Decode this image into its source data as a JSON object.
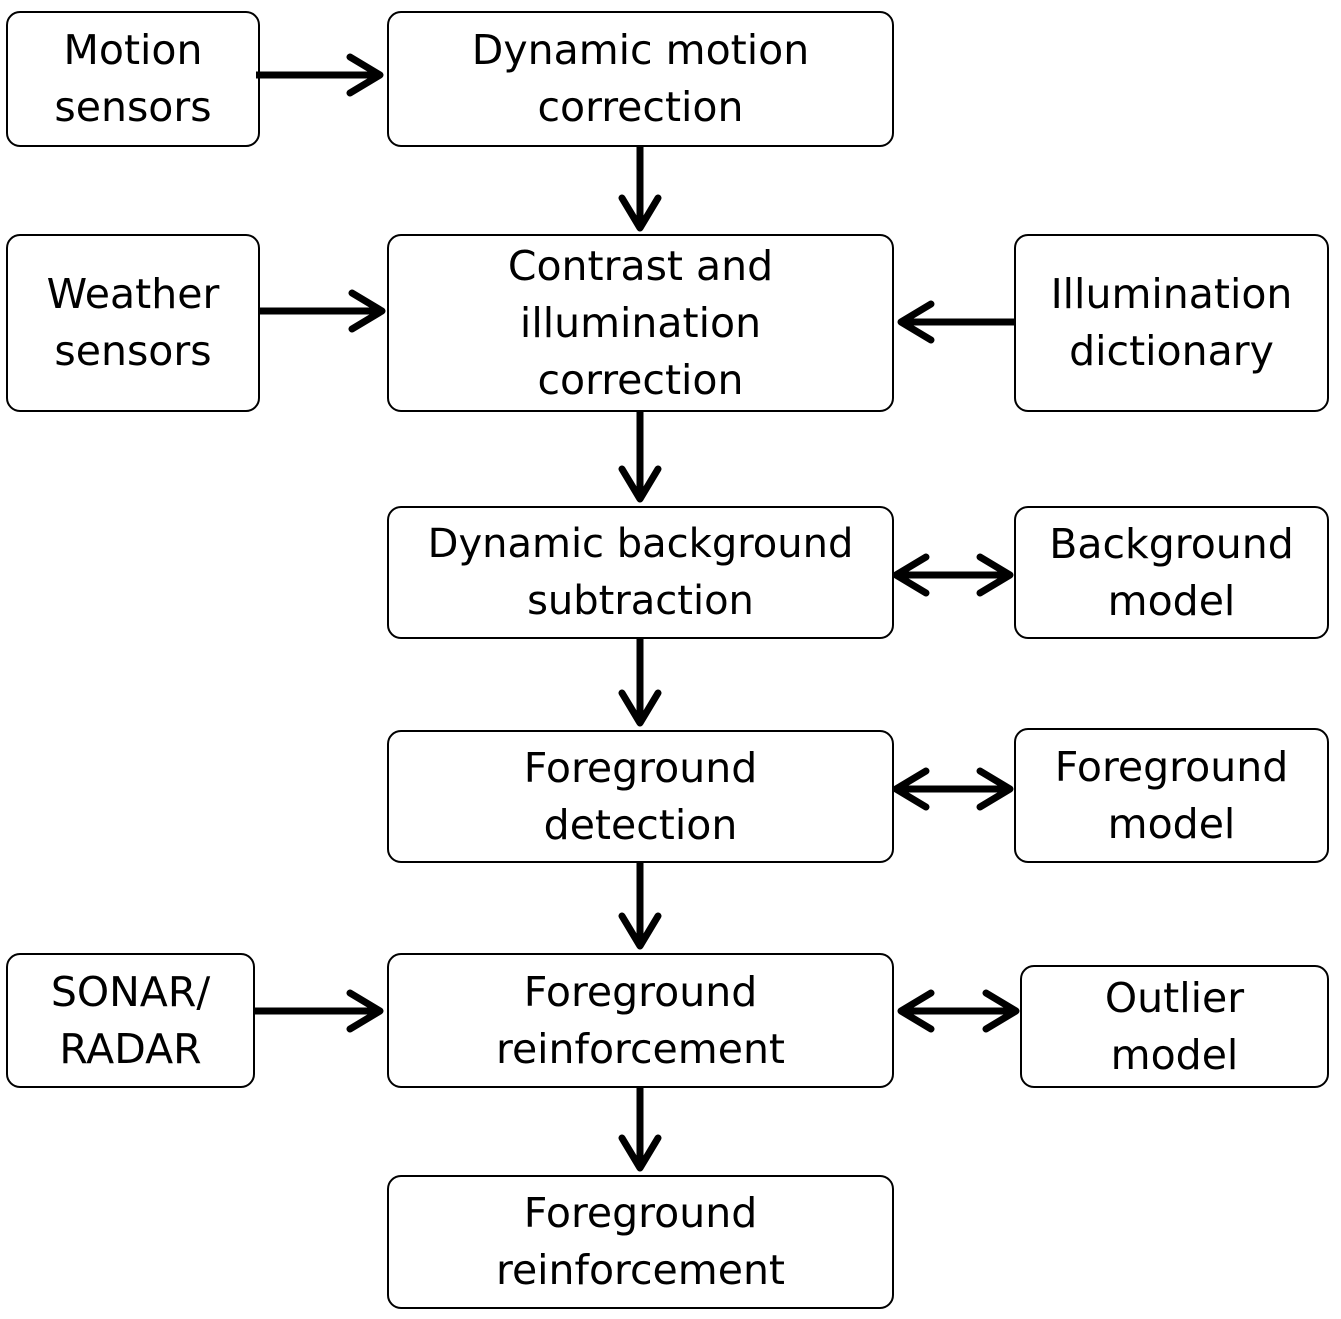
{
  "nodes": {
    "motion_sensors": "Motion\nsensors",
    "dynamic_motion_correction": "Dynamic motion\ncorrection",
    "weather_sensors": "Weather\nsensors",
    "contrast_illumination_correction": "Contrast and\nillumination\ncorrection",
    "illumination_dictionary": "Illumination\ndictionary",
    "dynamic_background_subtraction": "Dynamic background\nsubtraction",
    "background_model": "Background\nmodel",
    "foreground_detection": "Foreground\ndetection",
    "foreground_model": "Foreground\nmodel",
    "sonar_radar": "SONAR/\nRADAR",
    "foreground_reinforcement": "Foreground\nreinforcement",
    "outlier_model": "Outlier\nmodel",
    "foreground_reinforcement_output": "Foreground\nreinforcement"
  },
  "edges": [
    {
      "from": "Motion sensors",
      "to": "Dynamic motion correction",
      "direction": "forward"
    },
    {
      "from": "Dynamic motion correction",
      "to": "Contrast and illumination correction",
      "direction": "forward"
    },
    {
      "from": "Weather sensors",
      "to": "Contrast and illumination correction",
      "direction": "forward"
    },
    {
      "from": "Illumination dictionary",
      "to": "Contrast and illumination correction",
      "direction": "forward"
    },
    {
      "from": "Contrast and illumination correction",
      "to": "Dynamic background subtraction",
      "direction": "forward"
    },
    {
      "from": "Dynamic background subtraction",
      "to": "Background model",
      "direction": "bidirectional"
    },
    {
      "from": "Dynamic background subtraction",
      "to": "Foreground detection",
      "direction": "forward"
    },
    {
      "from": "Foreground detection",
      "to": "Foreground model",
      "direction": "bidirectional"
    },
    {
      "from": "Foreground detection",
      "to": "Foreground reinforcement",
      "direction": "forward"
    },
    {
      "from": "SONAR/RADAR",
      "to": "Foreground reinforcement",
      "direction": "forward"
    },
    {
      "from": "Foreground reinforcement",
      "to": "Outlier model",
      "direction": "bidirectional"
    },
    {
      "from": "Foreground reinforcement",
      "to": "Foreground reinforcement (output)",
      "direction": "forward"
    }
  ],
  "colors": {
    "stroke": "#000000",
    "background": "#ffffff"
  }
}
